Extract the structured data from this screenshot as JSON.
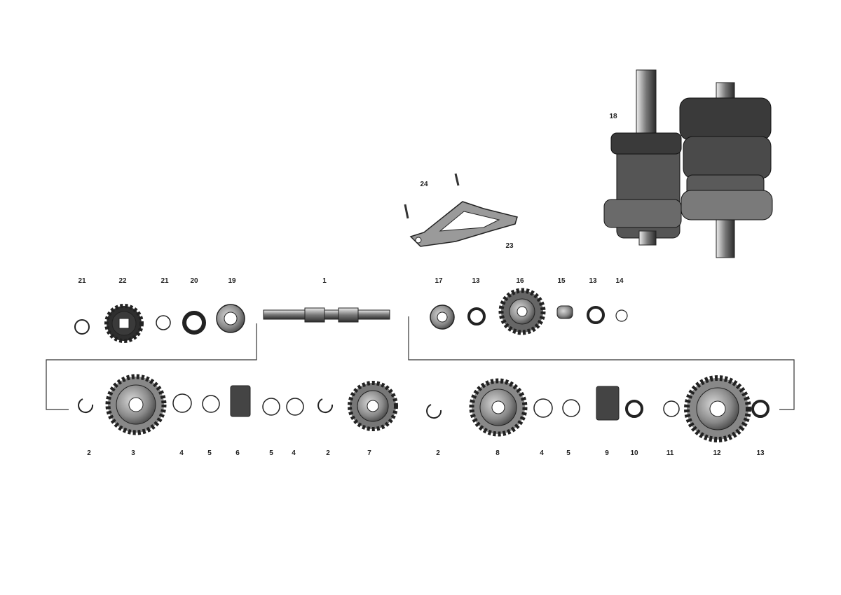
{
  "callouts": {
    "c1": "1",
    "c2a": "2",
    "c2b": "2",
    "c2c": "2",
    "c3": "3",
    "c4a": "4",
    "c4b": "4",
    "c4c": "4",
    "c5a": "5",
    "c5b": "5",
    "c5c": "5",
    "c6": "6",
    "c7": "7",
    "c8": "8",
    "c9": "9",
    "c10": "10",
    "c11": "11",
    "c12": "12",
    "c13a": "13",
    "c13b": "13",
    "c13c": "13",
    "c14": "14",
    "c15": "15",
    "c16": "16",
    "c17": "17",
    "c18": "18",
    "c19": "19",
    "c20": "20",
    "c21a": "21",
    "c21b": "21",
    "c22": "22",
    "c23": "23",
    "c24": "24"
  },
  "colors": {
    "ink": "#222222",
    "line": "#333333",
    "metal": "#8a8a8a",
    "dark": "#3a3a3a"
  }
}
